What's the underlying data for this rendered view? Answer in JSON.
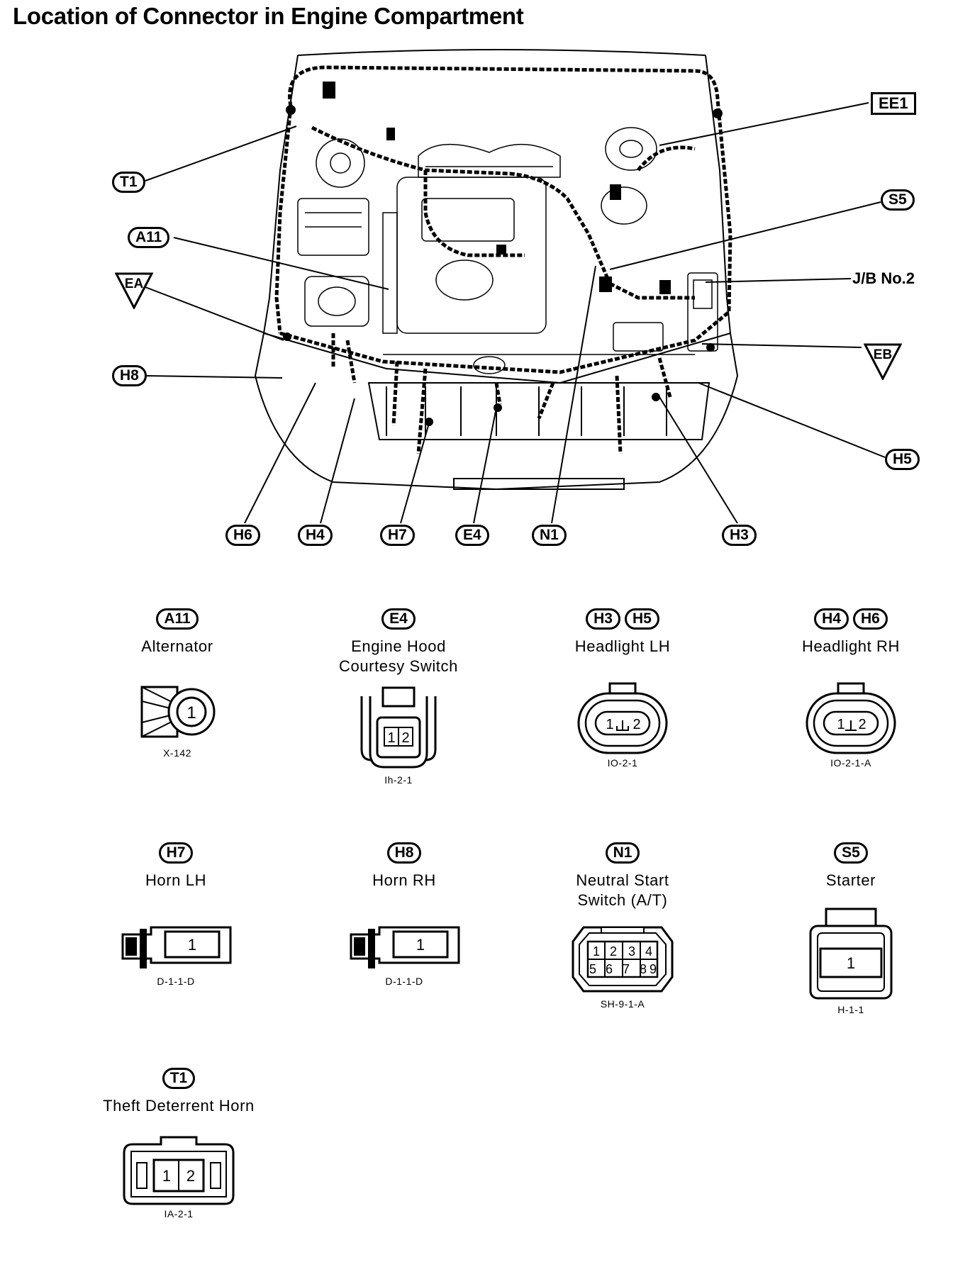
{
  "title": "Location of Connector in Engine Compartment",
  "diagram_labels": {
    "ee1": "EE1",
    "t1": "T1",
    "s5": "S5",
    "a11": "A11",
    "jb2": "J/B No.2",
    "ea": "EA",
    "eb": "EB",
    "h8": "H8",
    "h5": "H5",
    "h6": "H6",
    "h4": "H4",
    "h7": "H7",
    "e4": "E4",
    "n1": "N1",
    "h3": "H3"
  },
  "connectors": [
    {
      "codes": [
        "A11"
      ],
      "name": "Alternator",
      "part": "X-142",
      "pins": [
        "1"
      ]
    },
    {
      "codes": [
        "E4"
      ],
      "name": "Engine Hood\nCourtesy Switch",
      "part": "Ih-2-1",
      "pins": [
        "1",
        "2"
      ]
    },
    {
      "codes": [
        "H3",
        "H5"
      ],
      "name": "Headlight LH",
      "part": "IO-2-1",
      "pins": [
        "1",
        "2"
      ]
    },
    {
      "codes": [
        "H4",
        "H6"
      ],
      "name": "Headlight RH",
      "part": "IO-2-1-A",
      "pins": [
        "1",
        "2"
      ]
    },
    {
      "codes": [
        "H7"
      ],
      "name": "Horn LH",
      "part": "D-1-1-D",
      "pins": [
        "1"
      ]
    },
    {
      "codes": [
        "H8"
      ],
      "name": "Horn RH",
      "part": "D-1-1-D",
      "pins": [
        "1"
      ]
    },
    {
      "codes": [
        "N1"
      ],
      "name": "Neutral Start\nSwitch (A/T)",
      "part": "SH-9-1-A",
      "pins": [
        "1",
        "2",
        "3",
        "4",
        "5",
        "6",
        "7",
        "8",
        "9"
      ]
    },
    {
      "codes": [
        "S5"
      ],
      "name": "Starter",
      "part": "H-1-1",
      "pins": [
        "1"
      ]
    },
    {
      "codes": [
        "T1"
      ],
      "name": "Theft Deterrent Horn",
      "part": "IA-2-1",
      "pins": [
        "1",
        "2"
      ]
    }
  ]
}
